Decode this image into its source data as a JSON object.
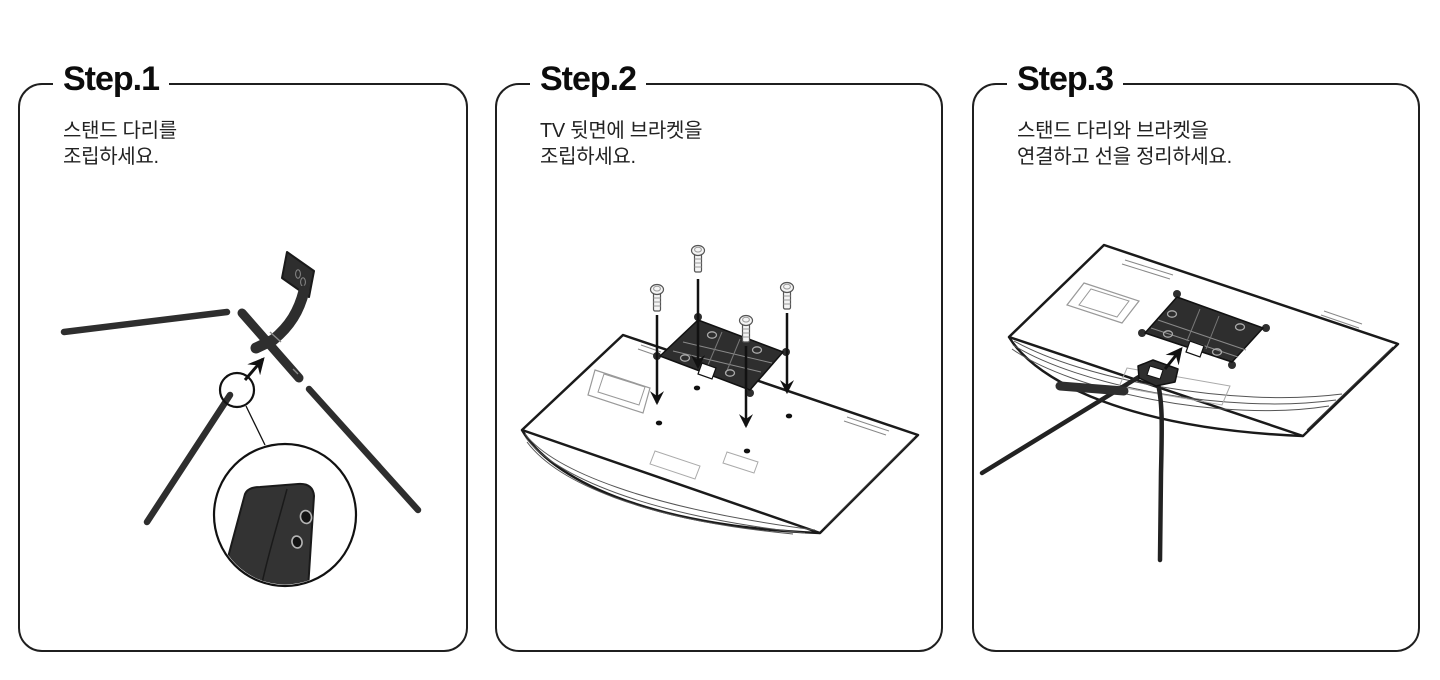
{
  "page": {
    "background": "#ffffff"
  },
  "colors": {
    "ink": "#1a1a1a",
    "panel_border": "#1f1f1f",
    "part_dark": "#2e2e2e",
    "detail_light": "#999999",
    "screw_fill": "#f4f4f4",
    "text": "#222222"
  },
  "steps": [
    {
      "id": "step-1",
      "title": "Step.1",
      "description": "스탠드 다리를\n조립하세요."
    },
    {
      "id": "step-2",
      "title": "Step.2",
      "description": "TV 뒷면에 브라켓을\n조립하세요."
    },
    {
      "id": "step-3",
      "title": "Step.3",
      "description": "스탠드 다리와 브라켓을\n연결하고 선을 정리하세요."
    }
  ]
}
